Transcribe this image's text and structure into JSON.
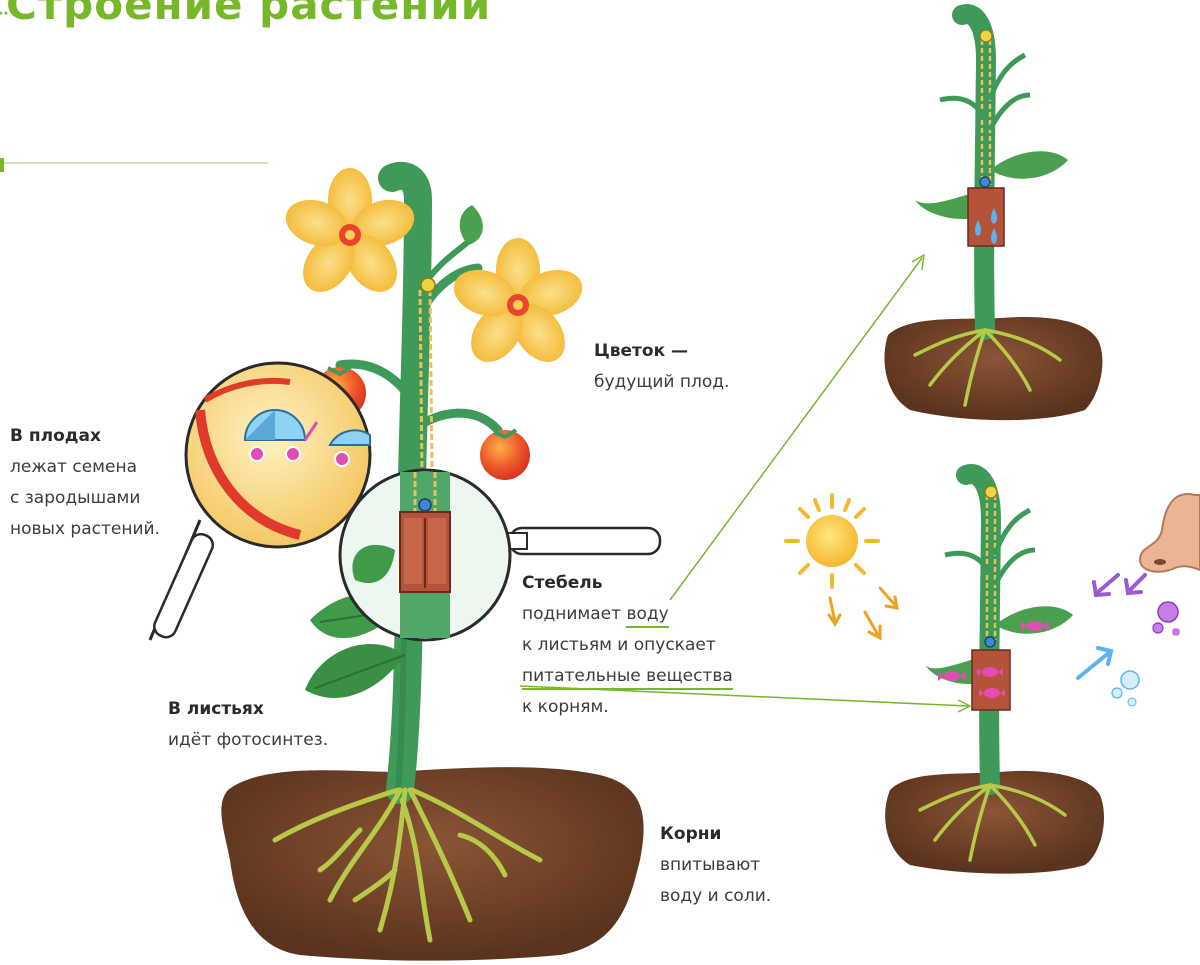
{
  "title": "Строение растений",
  "captions": {
    "fruit": {
      "heading": "В плодах",
      "lines": [
        "лежат семена",
        "с зародышами",
        "новых растений."
      ]
    },
    "flower": {
      "heading": "Цветок —",
      "lines": [
        "будущий плод."
      ]
    },
    "stem": {
      "heading": "Стебель",
      "line1_prefix": "поднимает ",
      "line1_highlight": "воду",
      "line2": "к листьям и опускает",
      "line3_highlight": "питательные вещества",
      "line4": "к корням."
    },
    "leaves": {
      "heading": "В листьях",
      "lines": [
        "идёт фотосинтез."
      ]
    },
    "roots": {
      "heading": "Корни",
      "lines": [
        "впитывают",
        "воду и соли."
      ]
    }
  },
  "colors": {
    "accent_green": "#76b82a",
    "stem_green": "#3f9a5a",
    "leaf_green": "#4aa04f",
    "soil_brown": "#6b3e26",
    "root_yellow": "#b8c94a",
    "petal_yellow": "#f7c948",
    "fruit_red": "#e8452c",
    "sun_orange": "#f5a623",
    "bubble_purple": "#9b59d0"
  }
}
